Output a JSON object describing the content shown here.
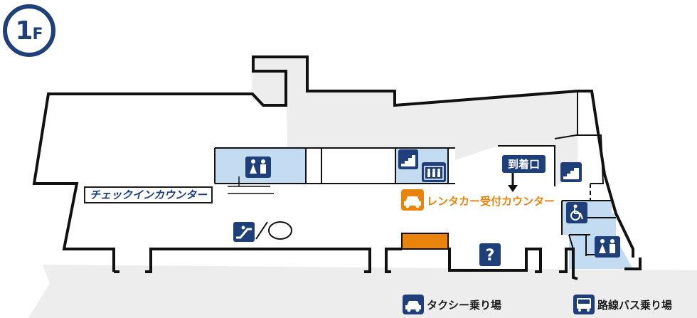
{
  "floor": {
    "number": "1",
    "suffix": "F"
  },
  "labels": {
    "checkin_counter": "チェックインカウンター",
    "rental_car_counter": "レンタカー受付カウンター",
    "arrival_gate": "到着口",
    "taxi_stand": "タクシー乗り場",
    "bus_stop": "路線バス乗り場"
  },
  "icons": {
    "restroom_left": "restroom-icon",
    "restroom_right": "restroom-icon",
    "stairs_left": "stairs-icon",
    "stairs_right": "stairs-icon",
    "elevator": "elevator-icon",
    "escalator": "escalator-icon",
    "wheelchair": "wheelchair-icon",
    "information": "information-icon",
    "rental_car": "car-icon",
    "taxi": "taxi-icon",
    "bus": "bus-icon"
  },
  "colors": {
    "brand_navy": "#1f3f7a",
    "rental_orange": "#e8830c",
    "floor_gray": "#ededed",
    "restroom_blue": "#c3dcf2",
    "wall": "#111111"
  }
}
